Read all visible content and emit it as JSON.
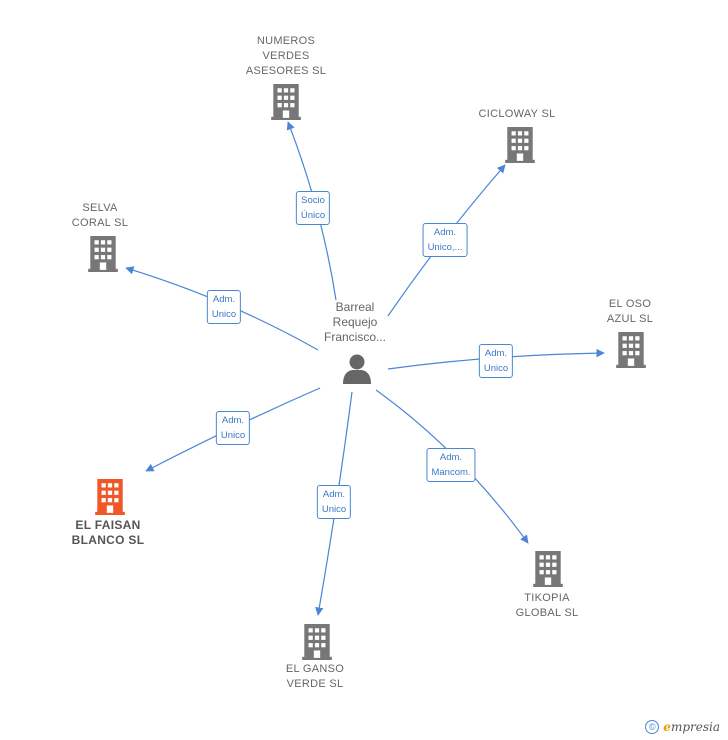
{
  "center": {
    "label": "Barreal\nRequejo\nFrancisco...",
    "icon": "person-icon"
  },
  "companies": [
    {
      "id": "numeros",
      "label": "NUMEROS\nVERDES\nASESORES  SL",
      "icon": "building-icon",
      "highlight": false
    },
    {
      "id": "cicloway",
      "label": "CICLOWAY  SL",
      "icon": "building-icon",
      "highlight": false
    },
    {
      "id": "selva",
      "label": "SELVA\nCORAL SL",
      "icon": "building-icon",
      "highlight": false
    },
    {
      "id": "eloso",
      "label": "EL OSO\nAZUL  SL",
      "icon": "building-icon",
      "highlight": false
    },
    {
      "id": "elfaisan",
      "label": "EL FAISAN\nBLANCO  SL",
      "icon": "building-icon",
      "highlight": true
    },
    {
      "id": "tikopia",
      "label": "TIKOPIA\nGLOBAL SL",
      "icon": "building-icon",
      "highlight": false
    },
    {
      "id": "elganso",
      "label": "EL GANSO\nVERDE  SL",
      "icon": "building-icon",
      "highlight": false
    }
  ],
  "edges": [
    {
      "to": "numeros",
      "label": "Socio\nÚnico"
    },
    {
      "to": "cicloway",
      "label": "Adm.\nUnico,..."
    },
    {
      "to": "selva",
      "label": "Adm.\nUnico"
    },
    {
      "to": "eloso",
      "label": "Adm.\nUnico"
    },
    {
      "to": "elfaisan",
      "label": "Adm.\nUnico"
    },
    {
      "to": "tikopia",
      "label": "Adm.\nMancom."
    },
    {
      "to": "elganso",
      "label": "Adm.\nUnico"
    }
  ],
  "colors": {
    "edge": "#4a86d4",
    "building": "#777777",
    "building_highlight": "#f0582a",
    "person": "#666666"
  },
  "footer": {
    "copyright": "©",
    "brand_initial": "e",
    "brand_rest": "mpresia"
  }
}
